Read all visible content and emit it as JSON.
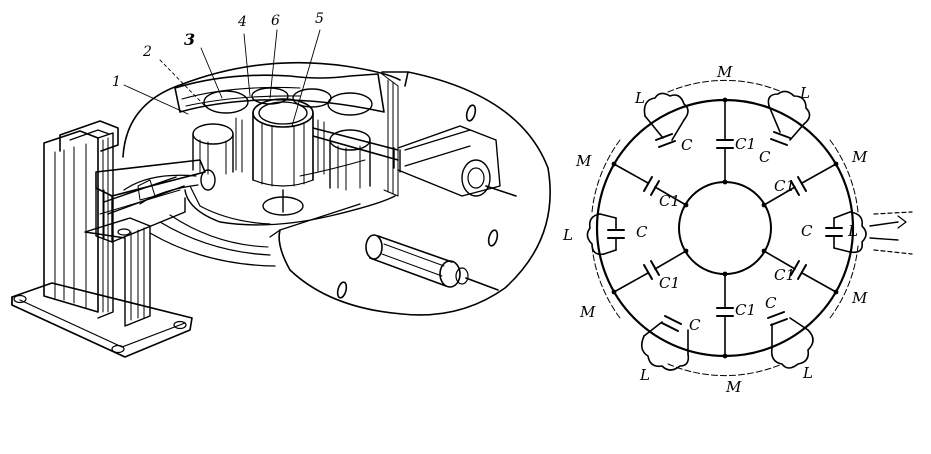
{
  "figure_left": {
    "part_labels": [
      "1",
      "2",
      "3",
      "4",
      "6",
      "5"
    ]
  },
  "figure_right": {
    "labels_M": [
      "M",
      "M",
      "M",
      "M",
      "M",
      "M"
    ],
    "labels_L": [
      "L",
      "L",
      "L",
      "L",
      "L",
      "L"
    ],
    "labels_C": [
      "C",
      "C",
      "C",
      "C",
      "C",
      "C"
    ],
    "labels_C1": [
      "C1",
      "C1",
      "C1",
      "C1",
      "C1",
      "C1"
    ]
  }
}
